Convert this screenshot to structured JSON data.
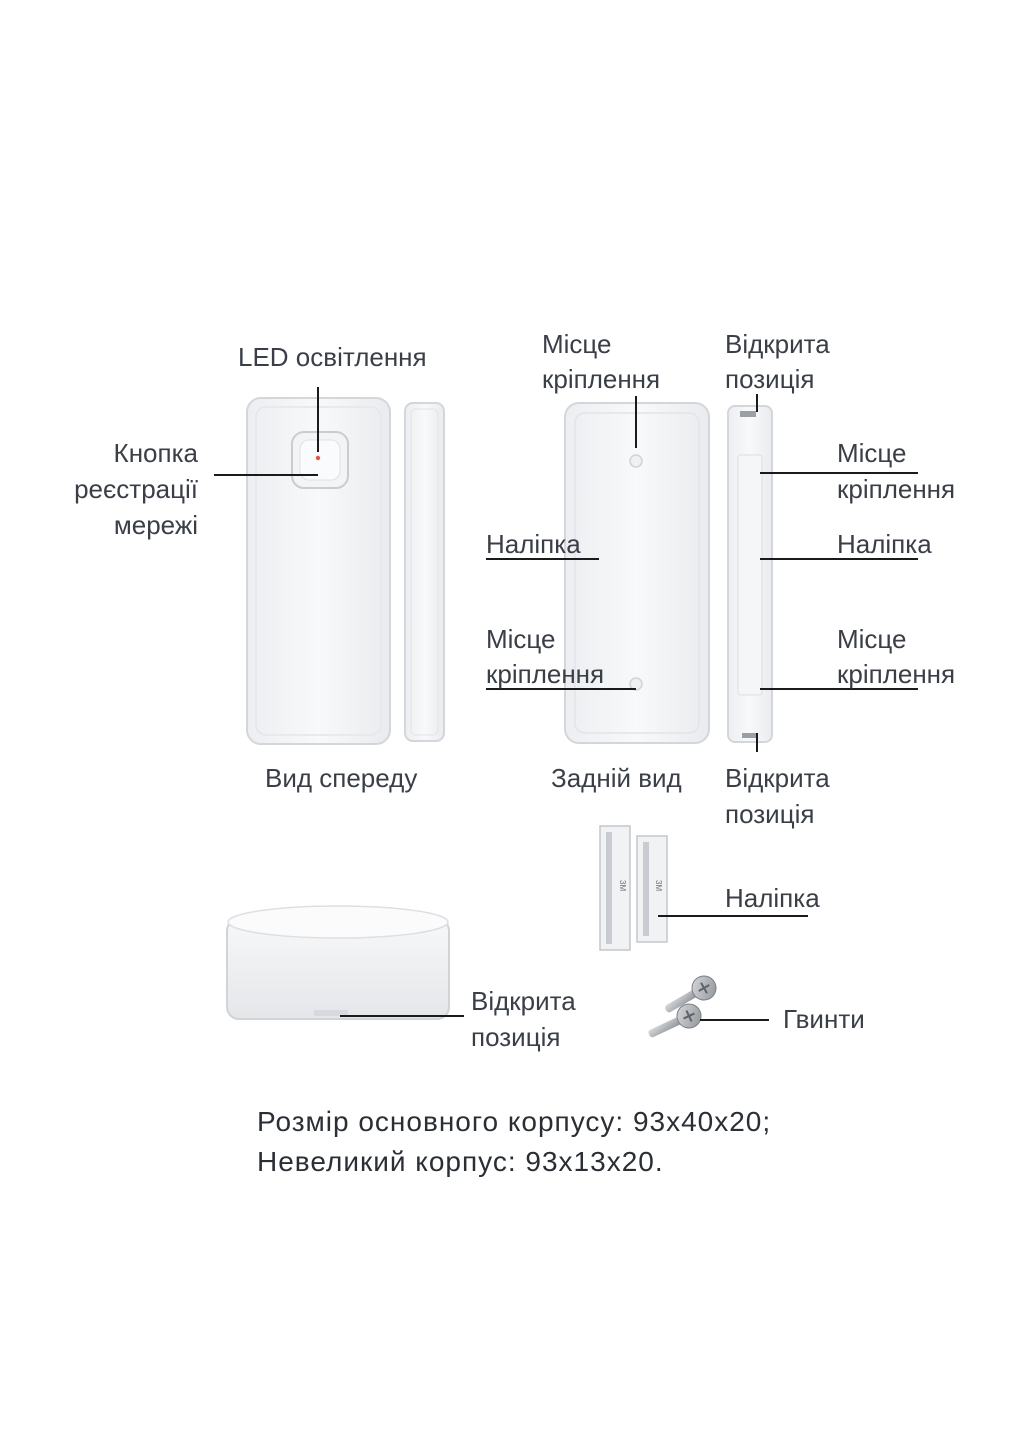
{
  "labels": {
    "led": "LED освітлення",
    "button_l1": "Кнопка",
    "button_l2": "реєстрації",
    "button_l3": "мережі",
    "mount_top_l1": "Місце",
    "mount_top_l2": "кріплення",
    "open_top_l1": "Відкрита",
    "open_top_l2": "позиція",
    "mount_side_top_l1": "Місце",
    "mount_side_top_l2": "кріплення",
    "sticker_left": "Наліпка",
    "sticker_right": "Наліпка",
    "mount_left_l1": "Місце",
    "mount_left_l2": "кріплення",
    "mount_side_bottom_l1": "Місце",
    "mount_side_bottom_l2": "кріплення",
    "front_view": "Вид спереду",
    "rear_view": "Задній вид",
    "open_mid_l1": "Відкрита",
    "open_mid_l2": "позиція",
    "sticker_strips": "Наліпка",
    "open_bottom_l1": "Відкрита",
    "open_bottom_l2": "позиція",
    "screws": "Гвинти"
  },
  "specs": {
    "line1": "Розмір основного корпусу: 93x40x20;",
    "line2": "Невеликий корпус: 93x13x20."
  },
  "sticker_print": "3M",
  "colors": {
    "device_fill": "#f4f5f7",
    "device_stroke": "#d3d6db",
    "leader_line": "#1a1a1a",
    "led": "#e0574f"
  }
}
